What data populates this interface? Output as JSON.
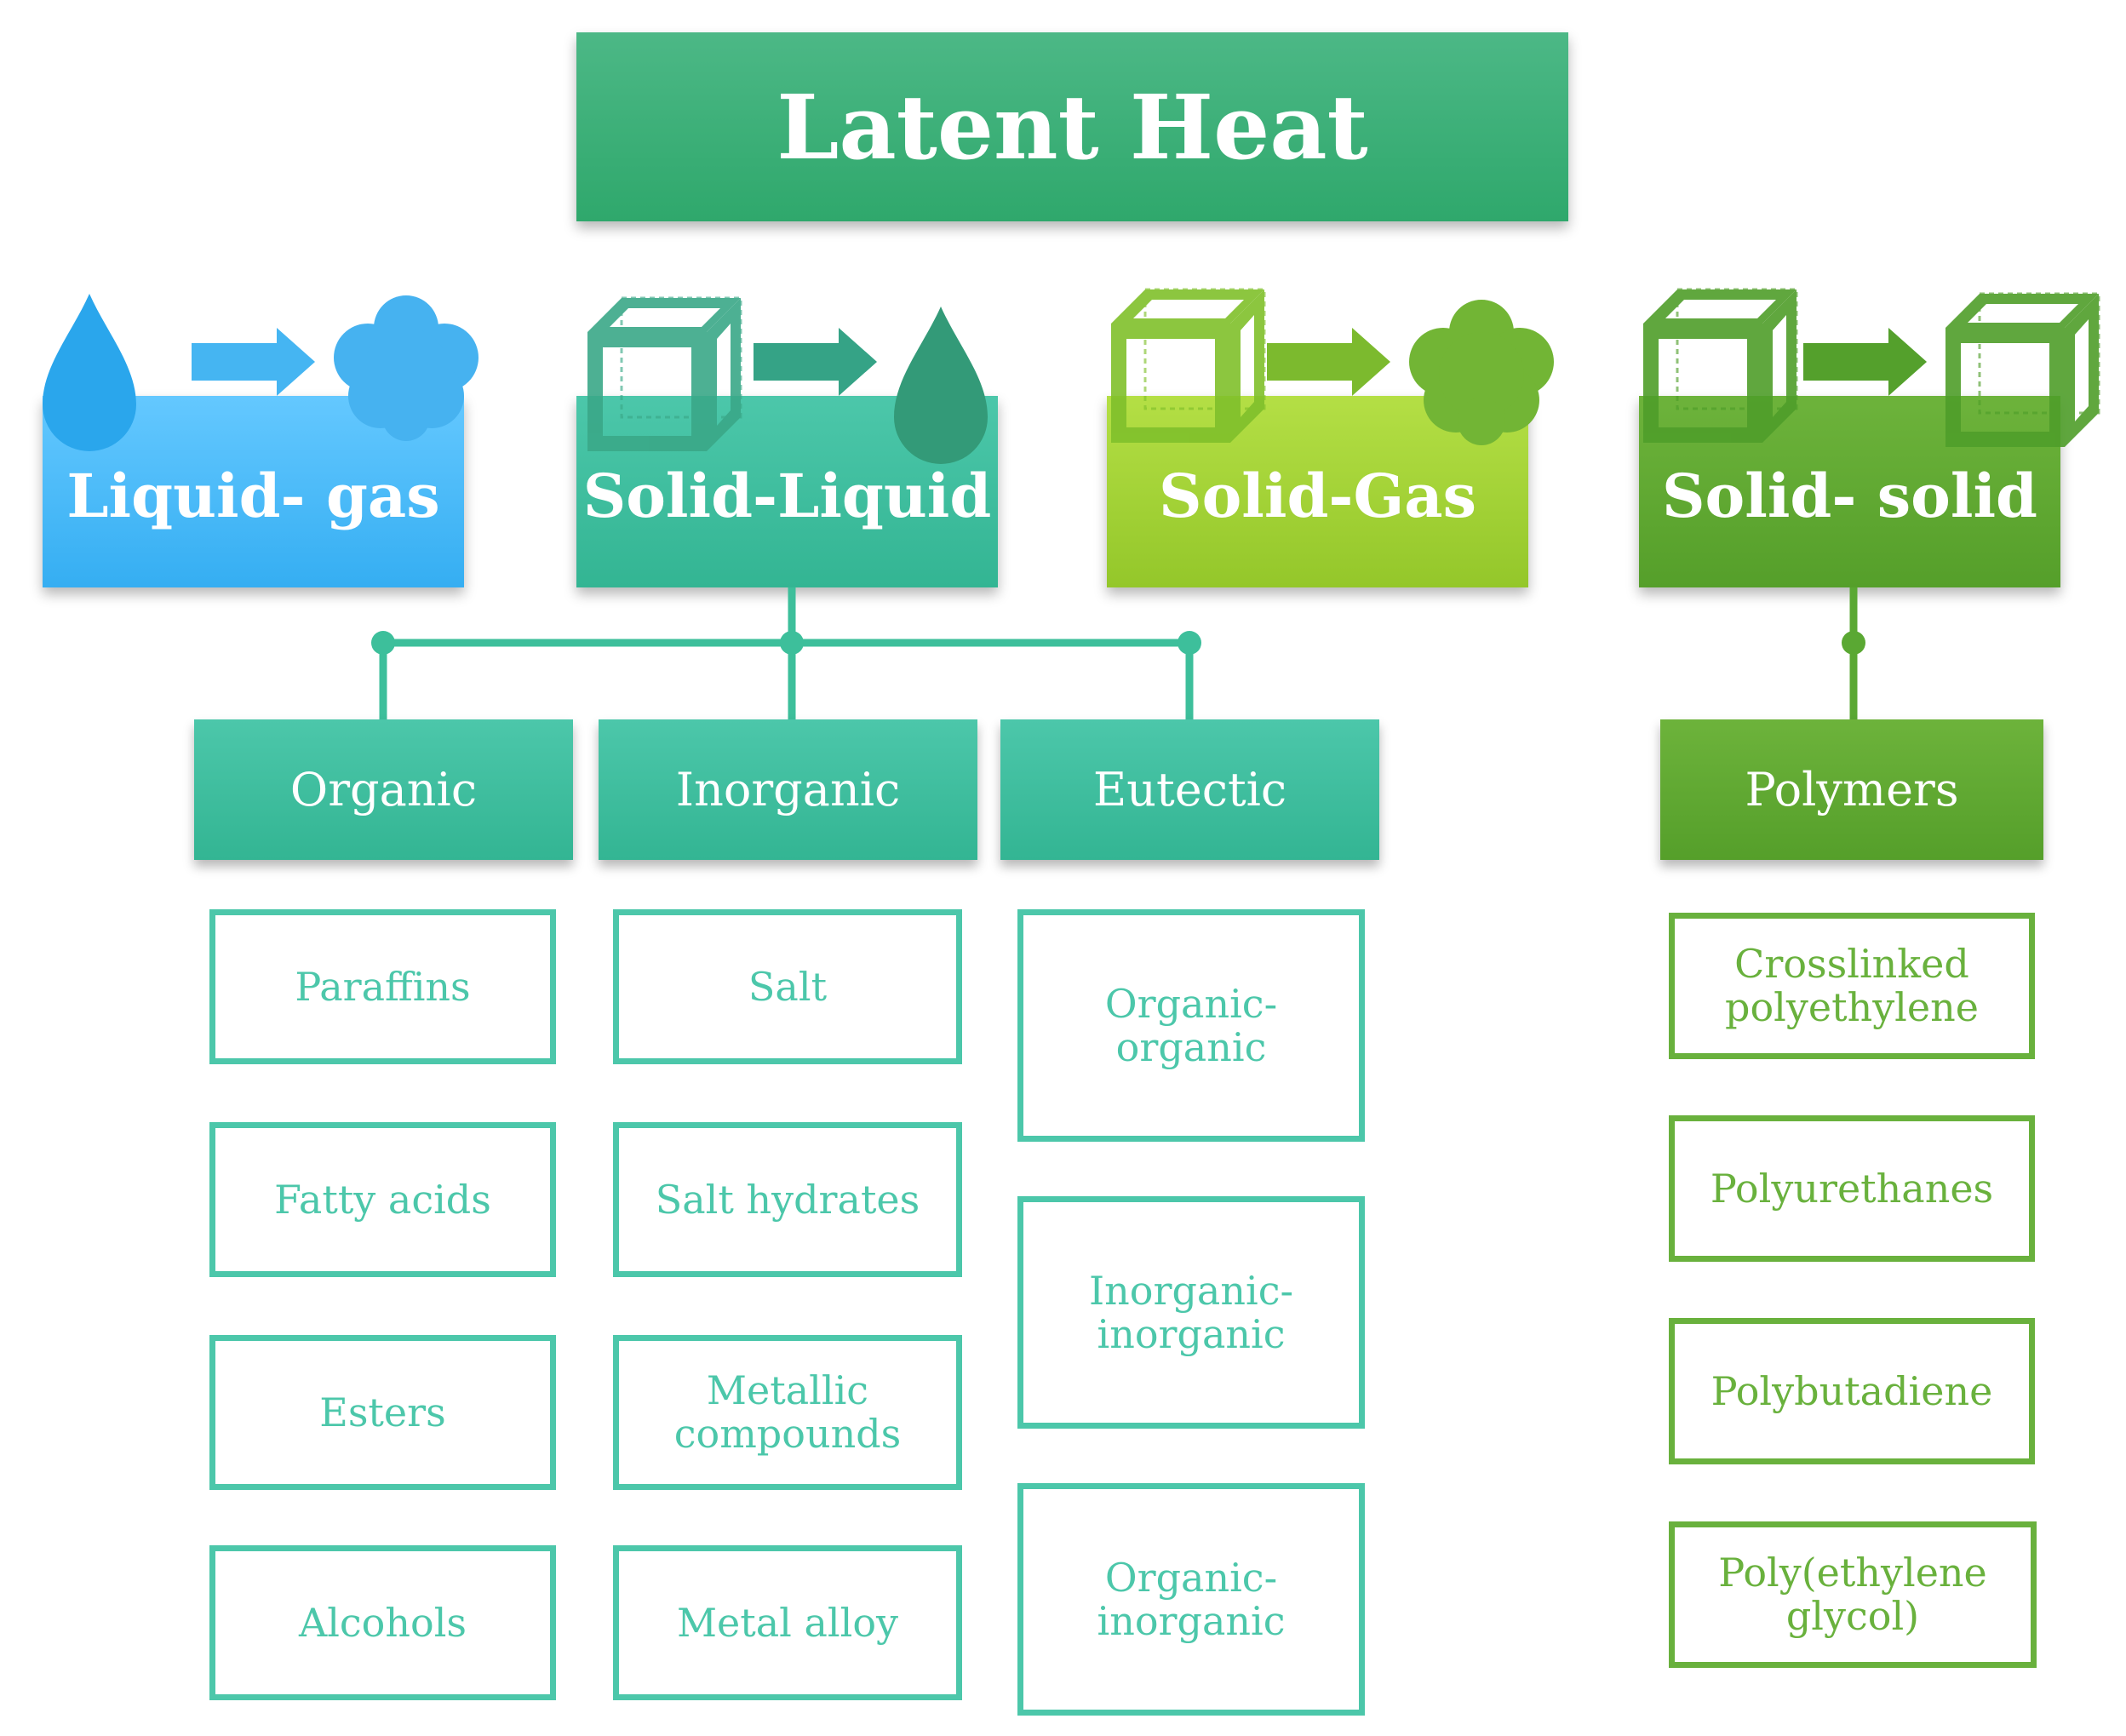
{
  "title": "Latent Heat",
  "categories": {
    "liquid_gas": "Liquid- gas",
    "solid_liquid": "Solid-Liquid",
    "solid_gas": "Solid-Gas",
    "solid_solid": "Solid- solid"
  },
  "subcategories": {
    "organic": "Organic",
    "inorganic": "Inorganic",
    "eutectic": "Eutectic",
    "polymers": "Polymers"
  },
  "organic_items": [
    "Paraffins",
    "Fatty acids",
    "Esters",
    "Alcohols"
  ],
  "inorganic_items": [
    "Salt",
    "Salt hydrates",
    "Metallic compounds",
    "Metal alloy"
  ],
  "eutectic_items": [
    "Organic- organic",
    "Inorganic- inorganic",
    "Organic- inorganic"
  ],
  "polymer_items": [
    "Crosslinked polyethylene",
    "Polyurethanes",
    "Polybutadiene",
    "Poly(ethylene glycol)"
  ],
  "colors": {
    "liquid_gas": "#44b5f5",
    "solid_liquid": "#3dbf9b",
    "solid_gas": "#9fd232",
    "solid_solid": "#5ea932",
    "title": "#36ab72"
  },
  "icons": {
    "liquid_gas": [
      "drop-icon",
      "arrow-right-icon",
      "cloud-icon"
    ],
    "solid_liquid": [
      "cube-icon",
      "arrow-right-icon",
      "drop-icon"
    ],
    "solid_gas": [
      "cube-icon",
      "arrow-right-icon",
      "cloud-icon"
    ],
    "solid_solid": [
      "cube-icon",
      "arrow-right-icon",
      "cube-icon"
    ]
  }
}
